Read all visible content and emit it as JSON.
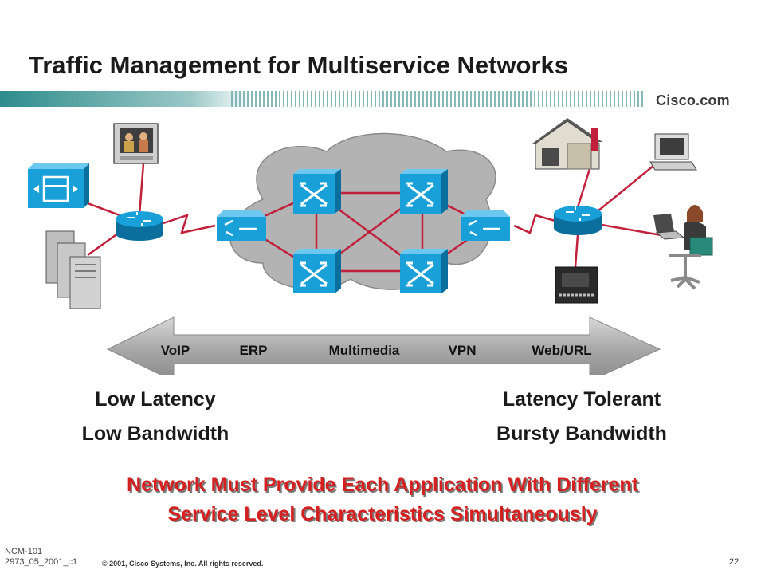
{
  "slide": {
    "title": "Traffic Management for Multiservice Networks",
    "brand": "Cisco.com",
    "spectrum": [
      "VoIP",
      "ERP",
      "Multimedia",
      "VPN",
      "Web/URL"
    ],
    "left_caption": [
      "Low Latency",
      "Low Bandwidth"
    ],
    "right_caption": [
      "Latency Tolerant",
      "Bursty Bandwidth"
    ],
    "message": [
      "Network Must Provide Each Application With Different",
      "Service Level Characteristics Simultaneously"
    ],
    "footer": {
      "course": "NCM-101",
      "code": "2973_05_2001_c1",
      "copyright": "© 2001, Cisco Systems, Inc. All rights reserved.",
      "page": "22"
    }
  },
  "colors": {
    "title_band": "#2e8c8c",
    "device_blue": "#1aa0d8",
    "link_red": "#c0203a",
    "cloud_gray": "#b3b3b3",
    "arrow_gray": "#b0b0b0",
    "message_red": "#d62020"
  },
  "icons": [
    "ip-phone-icon",
    "video-monitor-icon",
    "server-stack-icon",
    "router-icon",
    "atm-switch-icon",
    "home-office-icon",
    "pc-terminal-icon",
    "laptop-user-icon",
    "pbx-icon"
  ]
}
